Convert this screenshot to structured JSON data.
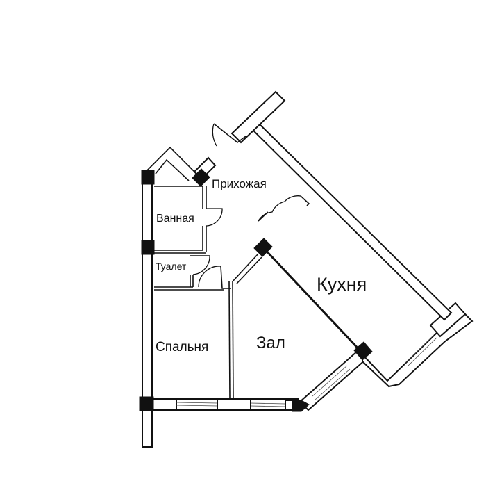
{
  "plan": {
    "type": "apartment-floor-plan",
    "rooms": [
      {
        "id": "hallway",
        "label": "Прихожая"
      },
      {
        "id": "bathroom",
        "label": "Ванная"
      },
      {
        "id": "toilet",
        "label": "Туалет"
      },
      {
        "id": "kitchen",
        "label": "Кухня"
      },
      {
        "id": "living",
        "label": "Зал"
      },
      {
        "id": "bedroom",
        "label": "Спальня"
      }
    ],
    "colors": {
      "background": "#ffffff",
      "walls": "#111111",
      "columns": "#111111"
    }
  }
}
